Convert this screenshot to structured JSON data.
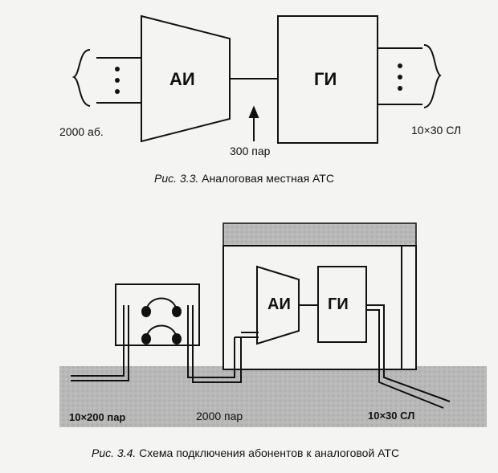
{
  "figure_3_3": {
    "ai_label": "АИ",
    "gi_label": "ГИ",
    "subscribers_label": "2000 аб.",
    "pairs_label": "300 пар",
    "trunks_label": "10×30 СЛ",
    "caption_prefix": "Рис. 3.3.",
    "caption_text": "Аналоговая местная АТС"
  },
  "figure_3_4": {
    "ai_label": "АИ",
    "gi_label": "ГИ",
    "cable_left_label": "10×200 пар",
    "cable_mid_label": "2000 пар",
    "cable_right_label": "10×30 СЛ",
    "caption_prefix": "Рис. 3.4.",
    "caption_text": "Схема подключения абонентов к аналоговой АТС"
  },
  "colors": {
    "ground_fill": "#b8b8b8",
    "line": "#111111",
    "background": "#f4f4f2"
  }
}
